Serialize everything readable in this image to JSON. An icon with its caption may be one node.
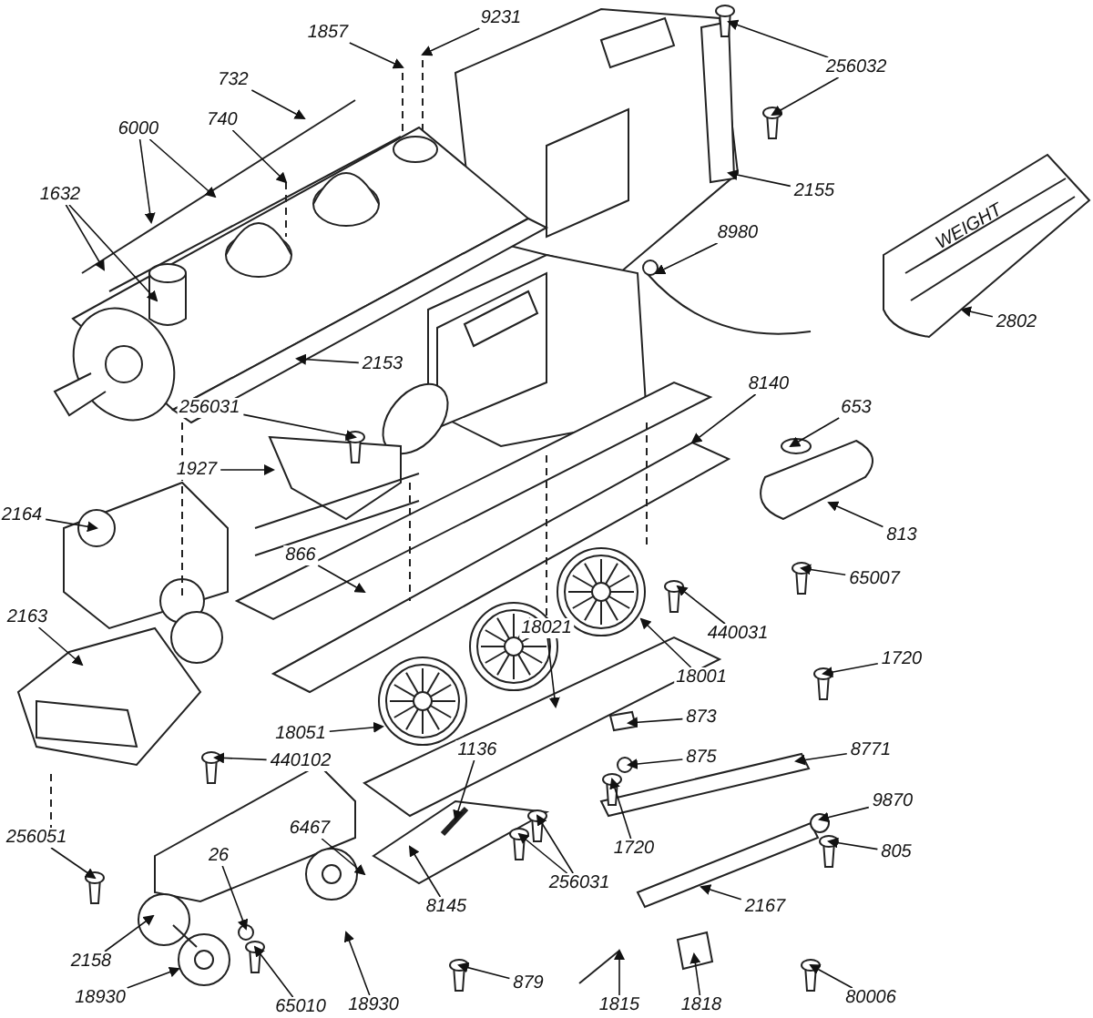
{
  "diagram": {
    "nodes": [
      {
        "text": [
          "9231"
        ]
      },
      {
        "text": [
          "1857"
        ]
      },
      {
        "text": [
          "256032"
        ]
      },
      {
        "text": [
          "732"
        ]
      },
      {
        "text": [
          "740"
        ]
      },
      {
        "text": [
          "6000"
        ]
      },
      {
        "text": [
          "1632"
        ]
      },
      {
        "text": [
          "2155"
        ]
      },
      {
        "text": [
          "8980"
        ]
      },
      {
        "text": [
          "2802"
        ]
      },
      {
        "text": [
          "2153"
        ]
      },
      {
        "text": [
          "8140"
        ]
      },
      {
        "text": [
          "256031"
        ]
      },
      {
        "text": [
          "653"
        ]
      },
      {
        "text": [
          "1927"
        ]
      },
      {
        "text": [
          "2164"
        ]
      },
      {
        "text": [
          "866"
        ]
      },
      {
        "text": [
          "813"
        ]
      },
      {
        "text": [
          "65007"
        ]
      },
      {
        "text": [
          "440031"
        ]
      },
      {
        "text": [
          "2163"
        ]
      },
      {
        "text": [
          "18001"
        ]
      },
      {
        "text": [
          "873"
        ]
      },
      {
        "text": [
          "1720"
        ]
      },
      {
        "text": [
          "875"
        ]
      },
      {
        "text": [
          "18021"
        ]
      },
      {
        "text": [
          "18051"
        ]
      },
      {
        "text": [
          "8771"
        ]
      },
      {
        "text": [
          "440102"
        ]
      },
      {
        "text": [
          "9870"
        ]
      },
      {
        "text": [
          "1720"
        ]
      },
      {
        "text": [
          "2167"
        ]
      },
      {
        "text": [
          "805"
        ]
      },
      {
        "text": [
          "1136"
        ]
      },
      {
        "text": [
          "256051"
        ]
      },
      {
        "text": [
          "256031"
        ]
      },
      {
        "text": [
          "8145"
        ]
      },
      {
        "text": [
          "6467"
        ]
      },
      {
        "text": [
          "879"
        ]
      },
      {
        "text": [
          "2158"
        ]
      },
      {
        "text": [
          "1815"
        ]
      },
      {
        "text": [
          "1818"
        ]
      },
      {
        "text": [
          "18930"
        ]
      },
      {
        "text": [
          "18930"
        ]
      },
      {
        "text": [
          "26"
        ]
      },
      {
        "text": [
          "80006"
        ]
      },
      {
        "text": [
          "65010"
        ]
      },
      {
        "text": [
          "WEIGHT"
        ]
      }
    ],
    "edges": [
      {
        "from": 0,
        "to": null,
        "arrow": "to"
      },
      {
        "from": 1,
        "to": null,
        "arrow": "to"
      },
      {
        "from": 2,
        "to": null,
        "arrow": "to"
      },
      {
        "from": 2,
        "to": null,
        "arrow": "to"
      },
      {
        "from": 3,
        "to": null,
        "arrow": "to"
      },
      {
        "from": 4,
        "to": null,
        "arrow": "to"
      },
      {
        "from": 5,
        "to": null,
        "arrow": "to"
      },
      {
        "from": 5,
        "to": null,
        "arrow": "to"
      },
      {
        "from": 6,
        "to": null,
        "arrow": "to"
      },
      {
        "from": 6,
        "to": null,
        "arrow": "to"
      },
      {
        "from": 7,
        "to": null,
        "arrow": "to"
      },
      {
        "from": 8,
        "to": null,
        "arrow": "to"
      },
      {
        "from": 9,
        "to": 47,
        "arrow": "to"
      },
      {
        "from": 10,
        "to": null,
        "arrow": "to"
      },
      {
        "from": 11,
        "to": null,
        "arrow": "to"
      },
      {
        "from": 12,
        "to": null,
        "arrow": "to"
      },
      {
        "from": 13,
        "to": null,
        "arrow": "to"
      },
      {
        "from": 14,
        "to": null,
        "arrow": "to"
      },
      {
        "from": 15,
        "to": null,
        "arrow": "to"
      },
      {
        "from": 16,
        "to": null,
        "arrow": "to"
      },
      {
        "from": 17,
        "to": null,
        "arrow": "to"
      },
      {
        "from": 18,
        "to": null,
        "arrow": "to"
      },
      {
        "from": 19,
        "to": null,
        "arrow": "to"
      },
      {
        "from": 20,
        "to": null,
        "arrow": "to"
      },
      {
        "from": 21,
        "to": null,
        "arrow": "to"
      },
      {
        "from": 22,
        "to": null,
        "arrow": "to"
      },
      {
        "from": 23,
        "to": null,
        "arrow": "to"
      },
      {
        "from": 24,
        "to": null,
        "arrow": "to"
      },
      {
        "from": 25,
        "to": null,
        "arrow": "to"
      },
      {
        "from": 26,
        "to": null,
        "arrow": "to"
      },
      {
        "from": 27,
        "to": null,
        "arrow": "to"
      },
      {
        "from": 28,
        "to": null,
        "arrow": "to"
      },
      {
        "from": 29,
        "to": null,
        "arrow": "to"
      },
      {
        "from": 30,
        "to": null,
        "arrow": "to"
      },
      {
        "from": 31,
        "to": null,
        "arrow": "to"
      },
      {
        "from": 32,
        "to": null,
        "arrow": "to"
      },
      {
        "from": 33,
        "to": null,
        "arrow": "to"
      },
      {
        "from": 34,
        "to": null,
        "arrow": "to"
      },
      {
        "from": 35,
        "to": null,
        "arrow": "to"
      },
      {
        "from": 35,
        "to": null,
        "arrow": "to"
      },
      {
        "from": 36,
        "to": null,
        "arrow": "to"
      },
      {
        "from": 37,
        "to": null,
        "arrow": "to"
      },
      {
        "from": 38,
        "to": null,
        "arrow": "to"
      },
      {
        "from": 39,
        "to": null,
        "arrow": "to"
      },
      {
        "from": 40,
        "to": null,
        "arrow": "to"
      },
      {
        "from": 41,
        "to": null,
        "arrow": "to"
      },
      {
        "from": 42,
        "to": null,
        "arrow": "to"
      },
      {
        "from": 43,
        "to": null,
        "arrow": "to"
      },
      {
        "from": 44,
        "to": null,
        "arrow": "to"
      },
      {
        "from": 45,
        "to": null,
        "arrow": "to"
      },
      {
        "from": 46,
        "to": null,
        "arrow": "to"
      }
    ]
  }
}
